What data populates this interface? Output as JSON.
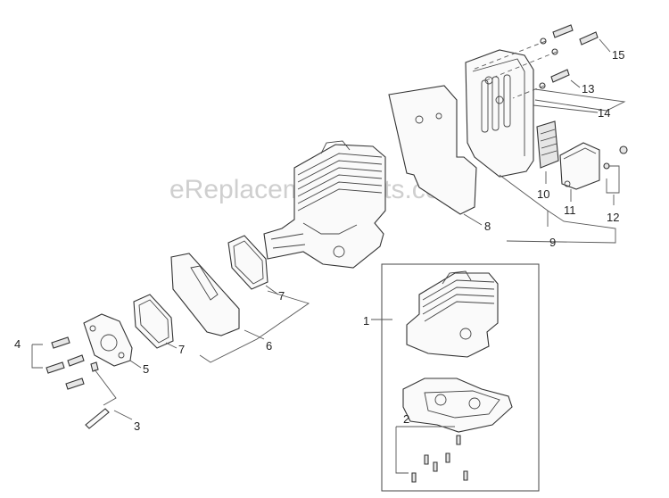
{
  "watermark": "eReplacementParts.com",
  "callouts": {
    "c1": "1",
    "c2": "2",
    "c3": "3",
    "c4": "4",
    "c5": "5",
    "c6": "6",
    "c7a": "7",
    "c7b": "7",
    "c8": "8",
    "c9": "9",
    "c10": "10",
    "c11": "11",
    "c12": "12",
    "c13": "13",
    "c14": "14",
    "c15": "15"
  }
}
